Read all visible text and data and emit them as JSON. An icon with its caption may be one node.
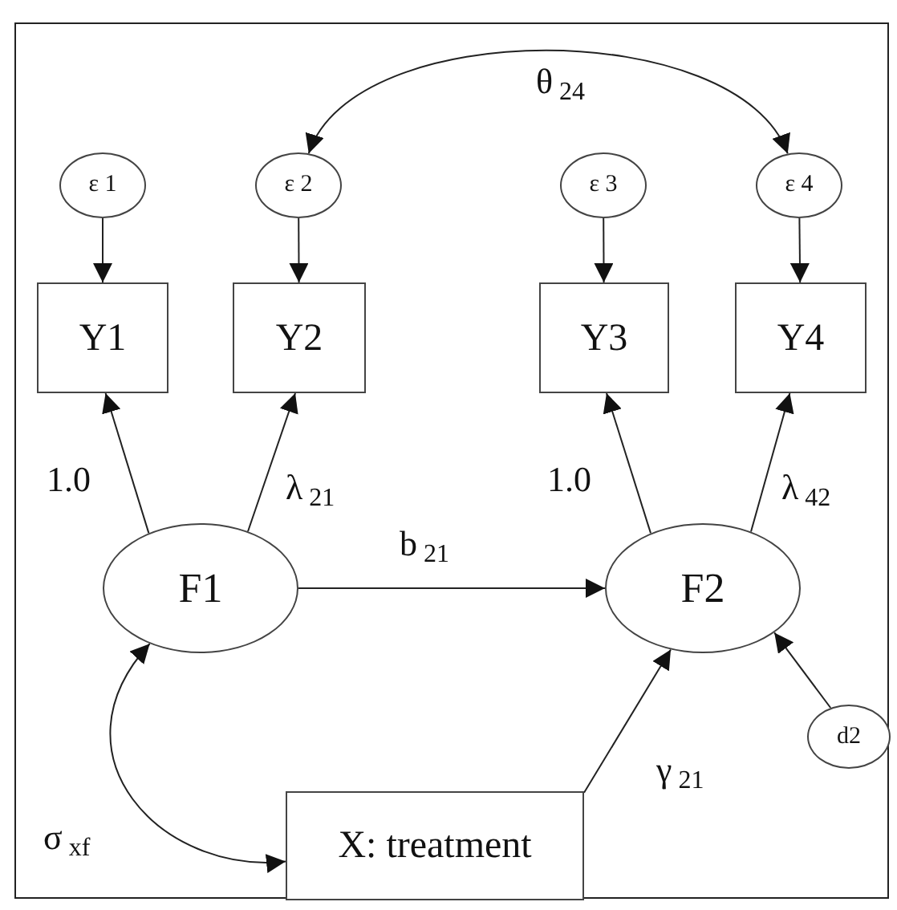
{
  "diagram": {
    "nodes": [
      {
        "text": [
          "ε 1"
        ]
      },
      {
        "text": [
          "ε 2"
        ]
      },
      {
        "text": [
          "ε 3"
        ]
      },
      {
        "text": [
          "ε 4"
        ]
      },
      {
        "text": [
          "Y1"
        ]
      },
      {
        "text": [
          "Y2"
        ]
      },
      {
        "text": [
          "Y3"
        ]
      },
      {
        "text": [
          "Y4"
        ]
      },
      {
        "text": [
          "F1"
        ]
      },
      {
        "text": [
          "F2"
        ]
      },
      {
        "text": [
          "d2"
        ]
      },
      {
        "text": [
          "X: treatment"
        ]
      }
    ],
    "edges": [
      {
        "from": 0,
        "to": 4,
        "arrow": "to"
      },
      {
        "from": 1,
        "to": 5,
        "arrow": "to"
      },
      {
        "from": 2,
        "to": 6,
        "arrow": "to"
      },
      {
        "from": 3,
        "to": 7,
        "arrow": "to"
      },
      {
        "from": 8,
        "to": 4,
        "arrow": "to",
        "label": "1.0"
      },
      {
        "from": 8,
        "to": 5,
        "arrow": "to",
        "label": "λ$_{21}$"
      },
      {
        "from": 9,
        "to": 6,
        "arrow": "to",
        "label": "1.0"
      },
      {
        "from": 9,
        "to": 7,
        "arrow": "to",
        "label": "λ$_{42}$"
      },
      {
        "from": 8,
        "to": 9,
        "arrow": "to",
        "label": "b$_{21}$"
      },
      {
        "from": 11,
        "to": 9,
        "arrow": "to",
        "label": "γ$_{21}$"
      },
      {
        "from": 10,
        "to": 9,
        "arrow": "to"
      },
      {
        "from": 8,
        "to": 11,
        "arrow": "both",
        "label": "σ$_{xf}$"
      },
      {
        "from": 1,
        "to": 3,
        "arrow": "both",
        "label": "θ$_{24}$"
      }
    ]
  }
}
